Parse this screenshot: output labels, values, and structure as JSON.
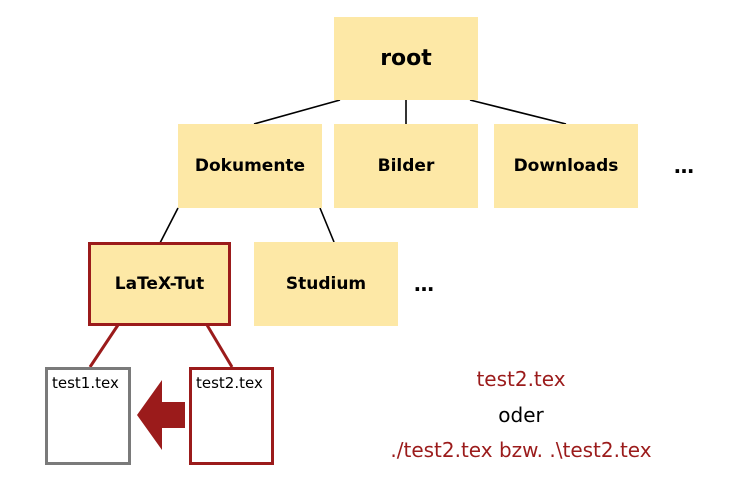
{
  "tree": {
    "root": "root",
    "level1": [
      "Dokumente",
      "Bilder",
      "Downloads"
    ],
    "level2": [
      "LaTeX-Tut",
      "Studium"
    ],
    "ellipsis": "…"
  },
  "files": {
    "file1": "test1.tex",
    "file2": "test2.tex"
  },
  "caption": {
    "line1": "test2.tex",
    "line2": "oder",
    "line3": "./test2.tex bzw. .\\test2.tex"
  },
  "colors": {
    "node_fill": "#fde8a6",
    "accent_red": "#9b1b1b",
    "file_gray": "#7a7a7a",
    "arrow_red": "#9b1b1b"
  }
}
